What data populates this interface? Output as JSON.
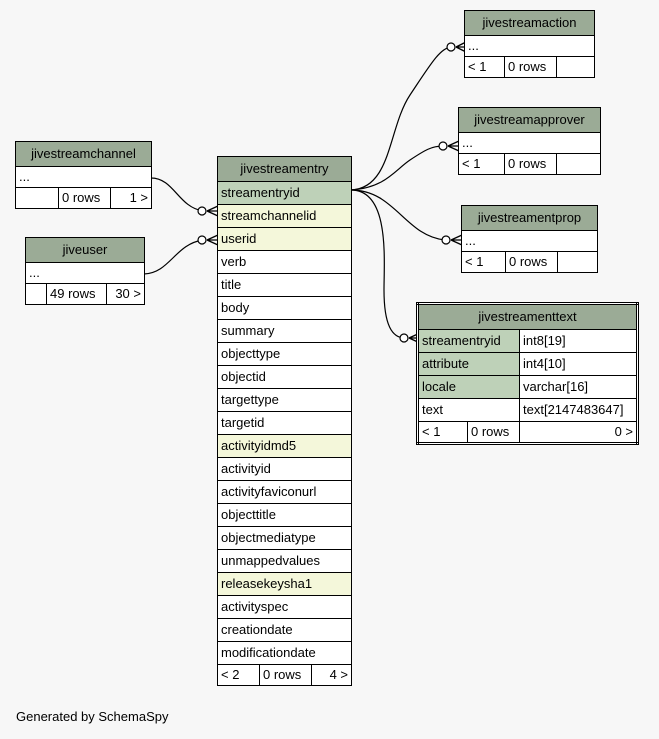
{
  "footer": "Generated by SchemaSpy",
  "tables": {
    "jivestreamaction": {
      "name": "jivestreamaction",
      "ellipsis": "...",
      "stats": [
        "< 1",
        "0 rows",
        ""
      ]
    },
    "jivestreamapprover": {
      "name": "jivestreamapprover",
      "ellipsis": "...",
      "stats": [
        "< 1",
        "0 rows",
        ""
      ]
    },
    "jivestreamentprop": {
      "name": "jivestreamentprop",
      "ellipsis": "...",
      "stats": [
        "< 1",
        "0 rows",
        ""
      ]
    },
    "jivestreamchannel": {
      "name": "jivestreamchannel",
      "ellipsis": "...",
      "stats": [
        "",
        "0 rows",
        "1 >"
      ]
    },
    "jiveuser": {
      "name": "jiveuser",
      "ellipsis": "...",
      "stats": [
        "",
        "49 rows",
        "30 >"
      ]
    },
    "jivestreamentry": {
      "name": "jivestreamentry",
      "columns": [
        {
          "name": "streamentryid",
          "kind": "pk"
        },
        {
          "name": "streamchannelid",
          "kind": "fk"
        },
        {
          "name": "userid",
          "kind": "fk"
        },
        {
          "name": "verb",
          "kind": ""
        },
        {
          "name": "title",
          "kind": ""
        },
        {
          "name": "body",
          "kind": ""
        },
        {
          "name": "summary",
          "kind": ""
        },
        {
          "name": "objecttype",
          "kind": ""
        },
        {
          "name": "objectid",
          "kind": ""
        },
        {
          "name": "targettype",
          "kind": ""
        },
        {
          "name": "targetid",
          "kind": ""
        },
        {
          "name": "activityidmd5",
          "kind": "fk"
        },
        {
          "name": "activityid",
          "kind": ""
        },
        {
          "name": "activityfaviconurl",
          "kind": ""
        },
        {
          "name": "objecttitle",
          "kind": ""
        },
        {
          "name": "objectmediatype",
          "kind": ""
        },
        {
          "name": "unmappedvalues",
          "kind": ""
        },
        {
          "name": "releasekeysha1",
          "kind": "fk"
        },
        {
          "name": "activityspec",
          "kind": ""
        },
        {
          "name": "creationdate",
          "kind": ""
        },
        {
          "name": "modificationdate",
          "kind": ""
        }
      ],
      "stats": [
        "< 2",
        "0 rows",
        "4 >"
      ]
    },
    "jivestreamenttext": {
      "name": "jivestreamenttext",
      "columns": [
        {
          "name": "streamentryid",
          "type": "int8[19]",
          "kind": "pk"
        },
        {
          "name": "attribute",
          "type": "int4[10]",
          "kind": "pk"
        },
        {
          "name": "locale",
          "type": "varchar[16]",
          "kind": "pk"
        },
        {
          "name": "text",
          "type": "text[2147483647]",
          "kind": ""
        }
      ],
      "stats": [
        "< 1",
        "0 rows",
        "0 >"
      ]
    }
  }
}
